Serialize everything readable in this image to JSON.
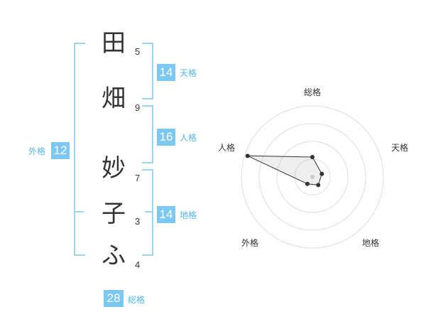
{
  "chars": [
    {
      "char": "田",
      "strokes": "5"
    },
    {
      "char": "畑",
      "strokes": "9"
    },
    {
      "char": "妙",
      "strokes": "7"
    },
    {
      "char": "子",
      "strokes": "3"
    },
    {
      "char": "ふ",
      "strokes": "4"
    }
  ],
  "kaku": {
    "tenkaku": {
      "label": "天格",
      "value": "14"
    },
    "jinkaku": {
      "label": "人格",
      "value": "16"
    },
    "chikaku": {
      "label": "地格",
      "value": "14"
    },
    "gaikaku": {
      "label": "外格",
      "value": "12"
    },
    "soukaku": {
      "label": "総格",
      "value": "28"
    }
  },
  "chart_data": {
    "type": "radar",
    "axes": [
      "総格",
      "天格",
      "地格",
      "外格",
      "人格"
    ],
    "values": [
      0.28,
      0.14,
      0.14,
      0.12,
      0.96
    ],
    "range": [
      0,
      1
    ],
    "rings": 4
  },
  "colors": {
    "accent": "#7cc8f2",
    "bracket": "#9fd3f3",
    "label": "#55b6ec",
    "text": "#333333"
  }
}
